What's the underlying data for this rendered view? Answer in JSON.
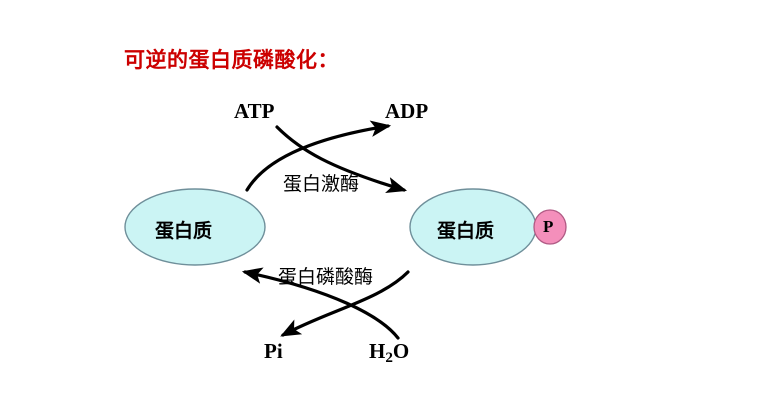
{
  "slide": {
    "title": "可逆的蛋白质磷酸化：",
    "title_color": "#cc0000",
    "background_color": "#ffffff"
  },
  "nodes": {
    "protein_unphosphorylated": {
      "label": "蛋白质",
      "fill_color": "#cbf4f4",
      "stroke_color": "#6f8f9a"
    },
    "protein_phosphorylated": {
      "label": "蛋白质",
      "fill_color": "#cbf4f4",
      "stroke_color": "#6f8f9a"
    },
    "phosphate_group": {
      "label": "P",
      "fill_color": "#f48fbb",
      "stroke_color": "#b05a84"
    }
  },
  "reactants": {
    "atp": "ATP",
    "adp": "ADP",
    "pi": "Pi",
    "water": "H",
    "water_sub": "2",
    "water_tail": "O"
  },
  "enzymes": {
    "kinase": "蛋白激酶",
    "phosphatase": "蛋白磷酸酶"
  },
  "arrows": {
    "stroke_color": "#000000",
    "top_substrate_arrow": "ATP consumed — curves down-right into phosphorylation path",
    "top_product_arrow": "ADP released — curves up-right",
    "bottom_substrate_arrow": "H2O consumed — curves up-left into dephosphorylation path",
    "bottom_product_arrow": "Pi released — curves down-left"
  }
}
